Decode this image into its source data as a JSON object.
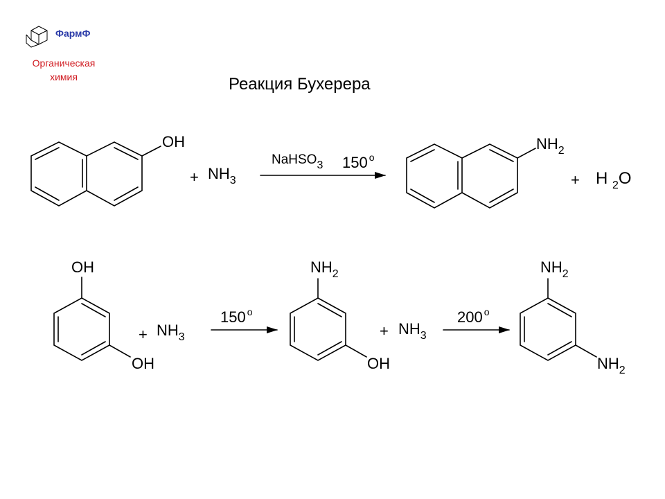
{
  "logo": {
    "brand": "ФармФ",
    "subtitle_line1": "Органическая",
    "subtitle_line2": "химия",
    "colors": {
      "brand": "#2a3aa8",
      "subtitle": "#d0191f"
    },
    "icon": "adamantane-cage-icon"
  },
  "title": "Реакция Бухерера",
  "reaction1": {
    "reactant_group": "OH",
    "plus1": "+",
    "reagent_main": "NH",
    "reagent_sub": "3",
    "conditions_main": "NaHSO",
    "conditions_sub": "3",
    "temperature": "150",
    "degree": "o",
    "product_main": "NH",
    "product_sub": "2",
    "plus2": "+",
    "byproduct_h": "H",
    "byproduct_sub": "2",
    "byproduct_o": "O"
  },
  "reaction2": {
    "reactant_top": "OH",
    "reactant_bottom": "OH",
    "plus1": "+",
    "reagent1_main": "NH",
    "reagent1_sub": "3",
    "temperature1": "150",
    "degree1": "o",
    "intermediate_top_main": "NH",
    "intermediate_top_sub": "2",
    "intermediate_bottom": "OH",
    "plus2": "+",
    "reagent2_main": "NH",
    "reagent2_sub": "3",
    "temperature2": "200",
    "degree2": "o",
    "product_top_main": "NH",
    "product_top_sub": "2",
    "product_bottom_main": "NH",
    "product_bottom_sub": "2"
  }
}
